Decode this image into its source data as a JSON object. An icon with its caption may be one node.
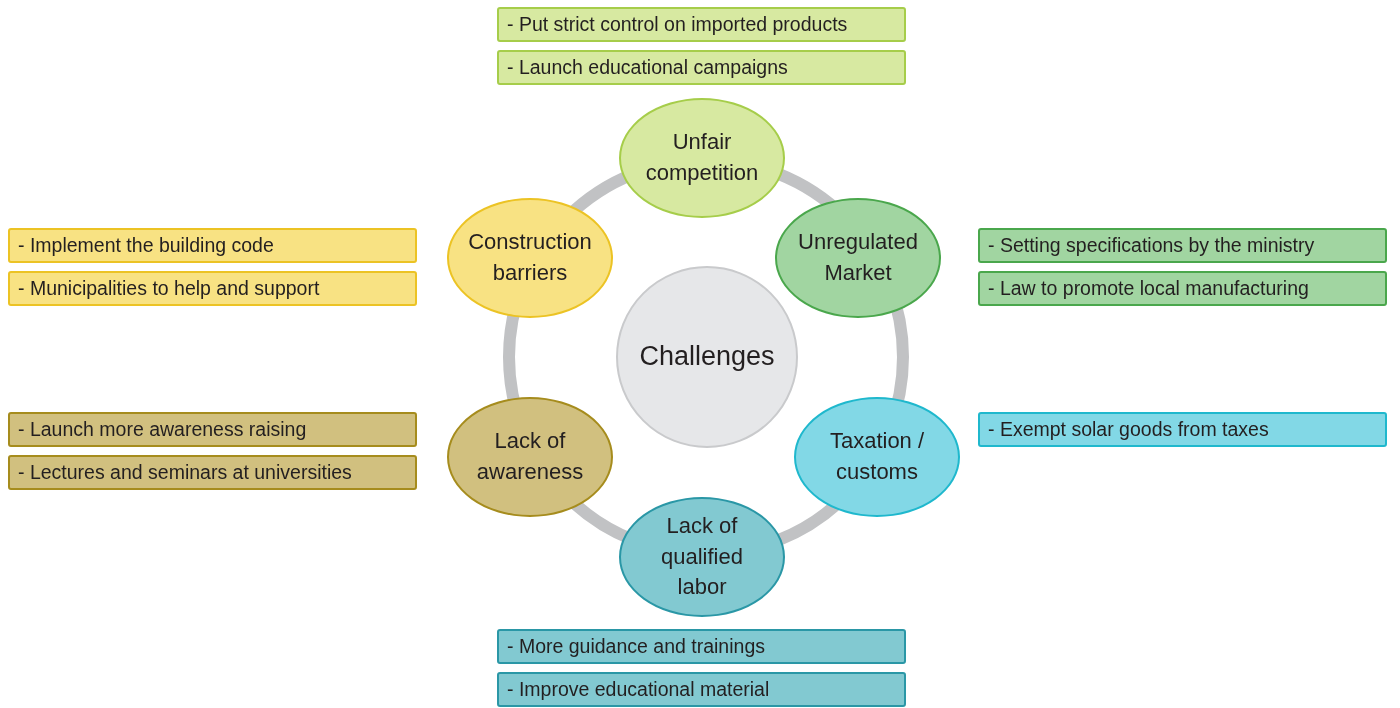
{
  "diagram": {
    "nodes": [
      {
        "text": [
          "Challenges"
        ]
      },
      {
        "text": [
          "Unfair competition"
        ]
      },
      {
        "text": [
          "Unregulated Market"
        ]
      },
      {
        "text": [
          "Taxation / customs"
        ]
      },
      {
        "text": [
          "Lack of qualified labor"
        ]
      },
      {
        "text": [
          "Lack of awareness"
        ]
      },
      {
        "text": [
          "Construction barriers"
        ]
      },
      {
        "text": [
          "- Put strict control on imported products"
        ]
      },
      {
        "text": [
          "- Launch educational campaigns"
        ]
      },
      {
        "text": [
          "- Setting specifications by the ministry"
        ]
      },
      {
        "text": [
          "- Law to promote local manufacturing"
        ]
      },
      {
        "text": [
          "- Exempt solar goods from taxes"
        ]
      },
      {
        "text": [
          "- More guidance and trainings"
        ]
      },
      {
        "text": [
          "- Improve educational material"
        ]
      },
      {
        "text": [
          "- Launch more awareness raising"
        ]
      },
      {
        "text": [
          "- Lectures and seminars at universities"
        ]
      },
      {
        "text": [
          "- Implement the building code"
        ]
      },
      {
        "text": [
          "- Municipalities to help and support"
        ]
      }
    ]
  }
}
